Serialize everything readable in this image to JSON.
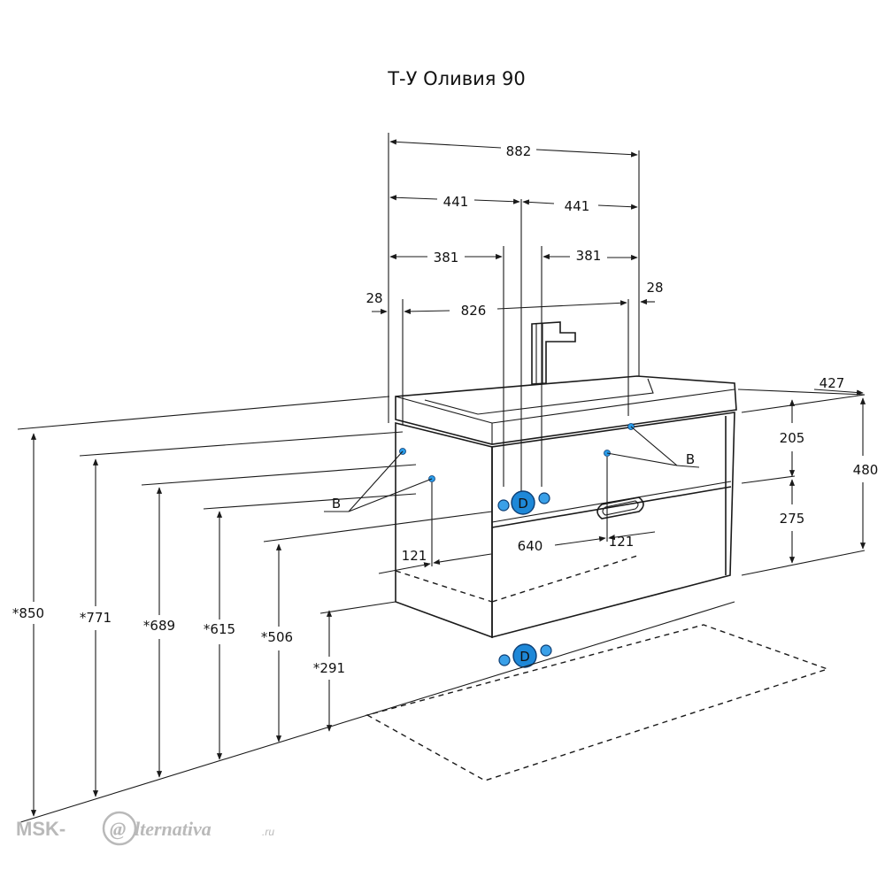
{
  "title": "Т-У Оливия 90",
  "dimensions": {
    "top_total": "882",
    "left_half": "441",
    "right_half": "441",
    "left_pipe_offset": "381",
    "right_pipe_offset": "381",
    "left_edge": "28",
    "right_edge": "28",
    "inner_width": "826",
    "depth": "427",
    "top_drawer": "205",
    "bottom_drawer": "275",
    "total_height": "480",
    "left_wall_offset": "121",
    "pipe_spacing": "640",
    "right_wall_offset": "121",
    "h_850": "*850",
    "h_771": "*771",
    "h_689": "*689",
    "h_615": "*615",
    "h_506": "*506",
    "h_291": "*291"
  },
  "labels": {
    "mount_left": "B",
    "mount_right": "B",
    "drain_top": "D",
    "drain_floor": "D"
  },
  "watermark": {
    "prefix": "MSK-",
    "at": "@",
    "brand": "lternativa",
    "tld": ".ru"
  },
  "colors": {
    "line": "#1a1a1a",
    "pipe": "#1e88d8",
    "watermark": "#b9b9b9"
  }
}
